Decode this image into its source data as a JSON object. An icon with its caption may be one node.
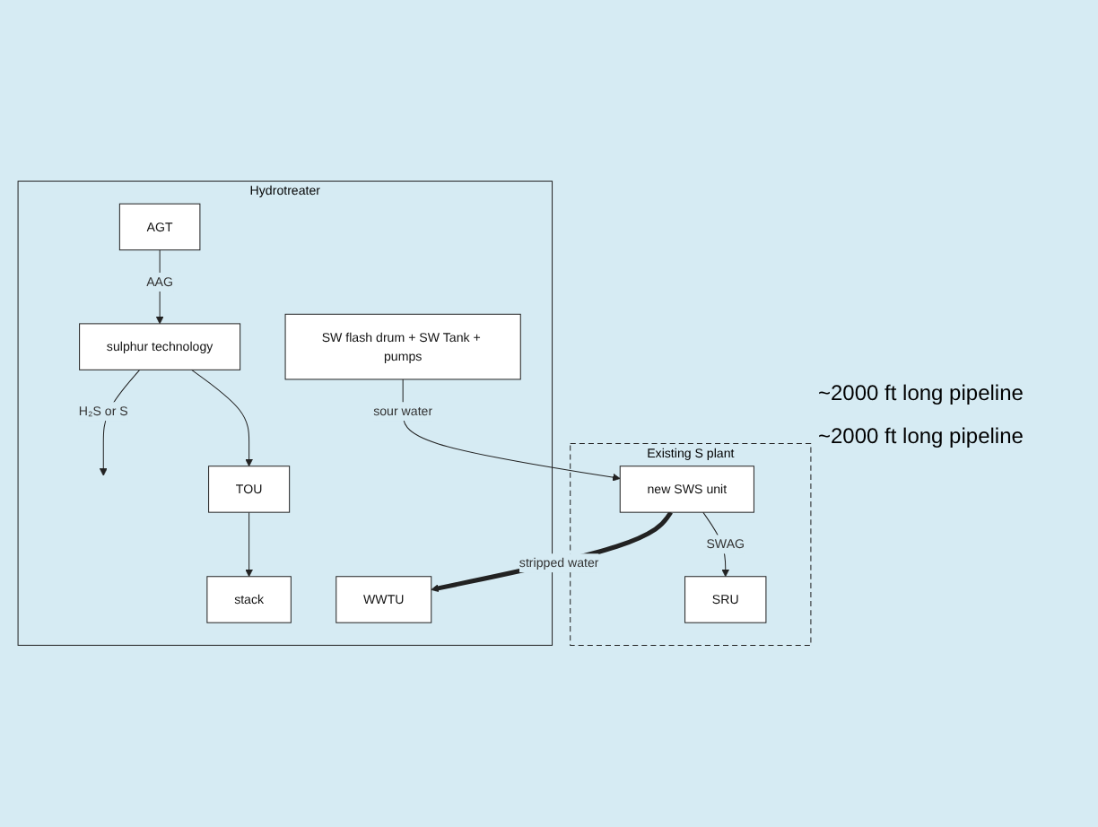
{
  "diagram": {
    "nodes": [
      {
        "text": [
          "Hydrotreater"
        ]
      },
      {
        "text": [
          "AGT"
        ],
        "in": 0
      },
      {
        "text": [
          "sulphur technology"
        ],
        "in": 0
      },
      {
        "text": [
          "TOU"
        ],
        "in": 0
      },
      {
        "text": [
          "stack"
        ],
        "in": 0
      },
      {
        "text": [
          "SW flash drum + SW Tank + pumps"
        ],
        "in": 0
      },
      {
        "text": [
          "WWTU"
        ],
        "in": 0
      },
      {
        "text": [
          "Existing S plant"
        ]
      },
      {
        "text": [
          "new SWS unit"
        ],
        "in": 7
      },
      {
        "text": [
          "SRU"
        ],
        "in": 7
      }
    ],
    "edges": [
      {
        "from": 1,
        "to": 2,
        "arrow": "to",
        "label": "AAG"
      },
      {
        "from": 2,
        "to": 3,
        "arrow": "to"
      },
      {
        "from": 3,
        "to": 4,
        "arrow": "to"
      },
      {
        "from": 2,
        "to": null,
        "arrow": "to",
        "label": "H₂S or S"
      },
      {
        "from": 5,
        "to": 8,
        "arrow": "to",
        "label": "sour water"
      },
      {
        "from": 8,
        "to": 6,
        "arrow": "to",
        "label": "stripped water",
        "style": "thick"
      },
      {
        "from": 8,
        "to": 9,
        "arrow": "to",
        "label": "SWAG"
      }
    ],
    "labels": [
      "~2000 ft long pipeline",
      "~2000 ft long pipeline"
    ]
  }
}
